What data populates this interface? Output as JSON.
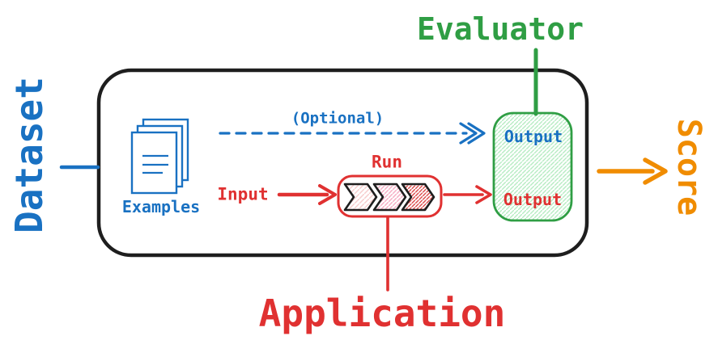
{
  "diagram": {
    "outer_labels": {
      "dataset": "Dataset",
      "evaluator": "Evaluator",
      "score": "Score",
      "application": "Application"
    },
    "inner_labels": {
      "examples": "Examples",
      "optional": "(Optional)",
      "run": "Run",
      "input": "Input",
      "evaluator_output": "Output",
      "application_output": "Output"
    },
    "icons": {
      "examples_icon": "documents-stack-icon",
      "run_icon": "chevron-pipeline-icon",
      "dashed_arrow": "optional-dashed-arrow",
      "input_arrow": "input-arrow",
      "run_output_arrow": "run-output-arrow",
      "score_arrow": "score-arrow"
    },
    "colors": {
      "blue": "#1971c2",
      "green": "#2f9e44",
      "red": "#e03131",
      "orange": "#f08c00",
      "black": "#1e1e1e",
      "green_hatch": "#b7ecc3",
      "chevron_hatch_light": "#f7cdcd",
      "chevron_hatch_pink": "#f6aec4",
      "chevron_hatch_red": "#dd5050"
    }
  }
}
